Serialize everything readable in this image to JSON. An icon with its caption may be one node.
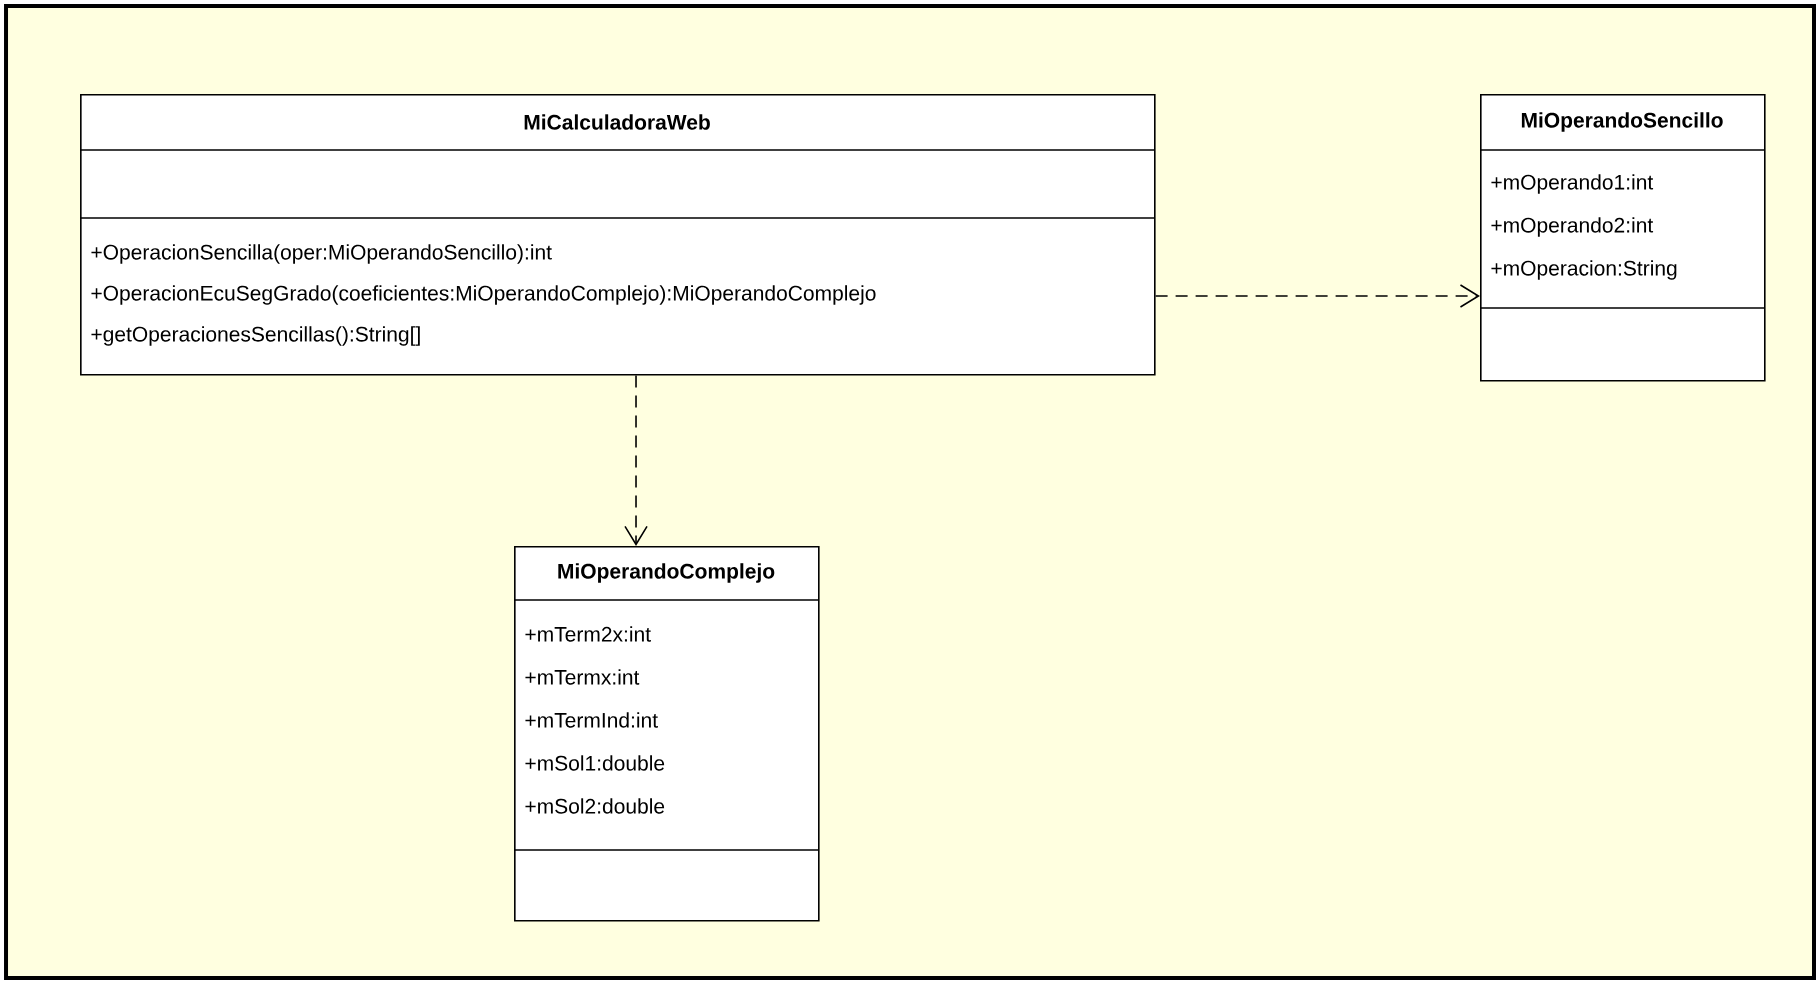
{
  "diagram": {
    "nodes": [
      {
        "text": [
          "MiCalculadoraWeb",
          "+OperacionSencilla(oper:MiOperandoSencillo):int",
          "+OperacionEcuSegGrado(coeficientes:MiOperandoComplejo):MiOperandoComplejo",
          "+getOperacionesSencillas():String[]"
        ]
      },
      {
        "text": [
          "MiOperandoSencillo",
          "+mOperando1:int",
          "+mOperando2:int",
          "+mOperacion:String"
        ]
      },
      {
        "text": [
          "MiOperandoComplejo",
          "+mTerm2x:int",
          "+mTermx:int",
          "+mTermInd:int",
          "+mSol1:double",
          "+mSol2:double"
        ]
      }
    ],
    "edges": [
      {
        "from": 0,
        "to": 1,
        "arrow": "to",
        "style": "dashed"
      },
      {
        "from": 0,
        "to": 2,
        "arrow": "to",
        "style": "dashed"
      }
    ]
  }
}
